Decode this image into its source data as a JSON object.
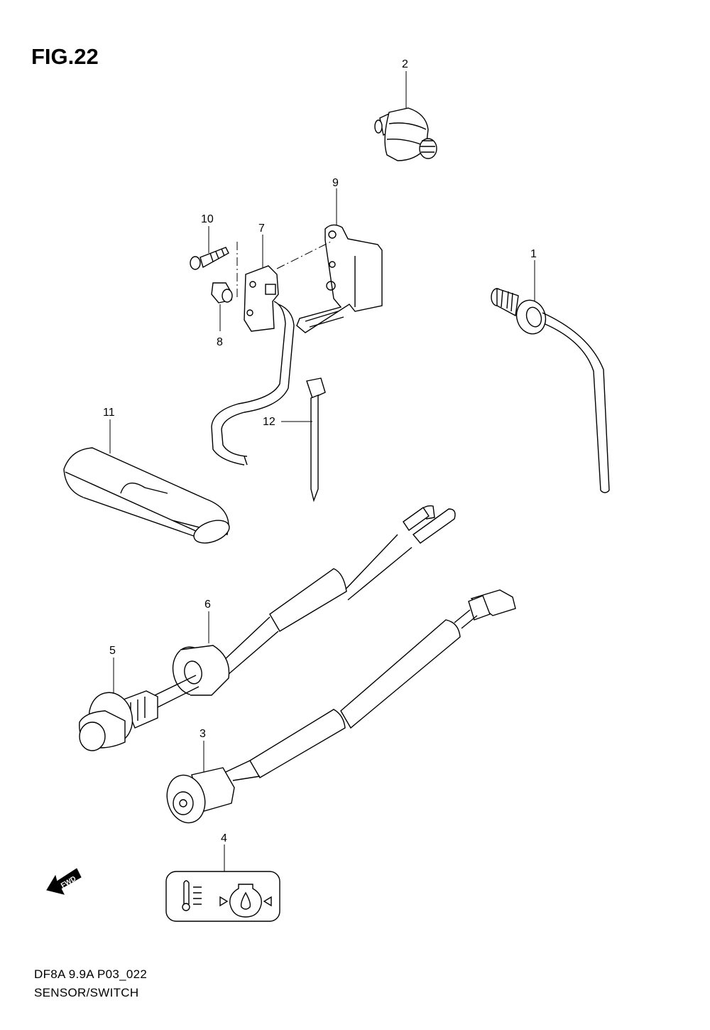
{
  "figure": {
    "title": "FIG.22",
    "code": "DF8A 9.9A P03_022",
    "caption": "SENSOR/SWITCH"
  },
  "callouts": {
    "c1": "1",
    "c2": "2",
    "c3": "3",
    "c4": "4",
    "c5": "5",
    "c6": "6",
    "c7": "7",
    "c8": "8",
    "c9": "9",
    "c10": "10",
    "c11": "11",
    "c12": "12"
  },
  "fwd_label": "FWD"
}
